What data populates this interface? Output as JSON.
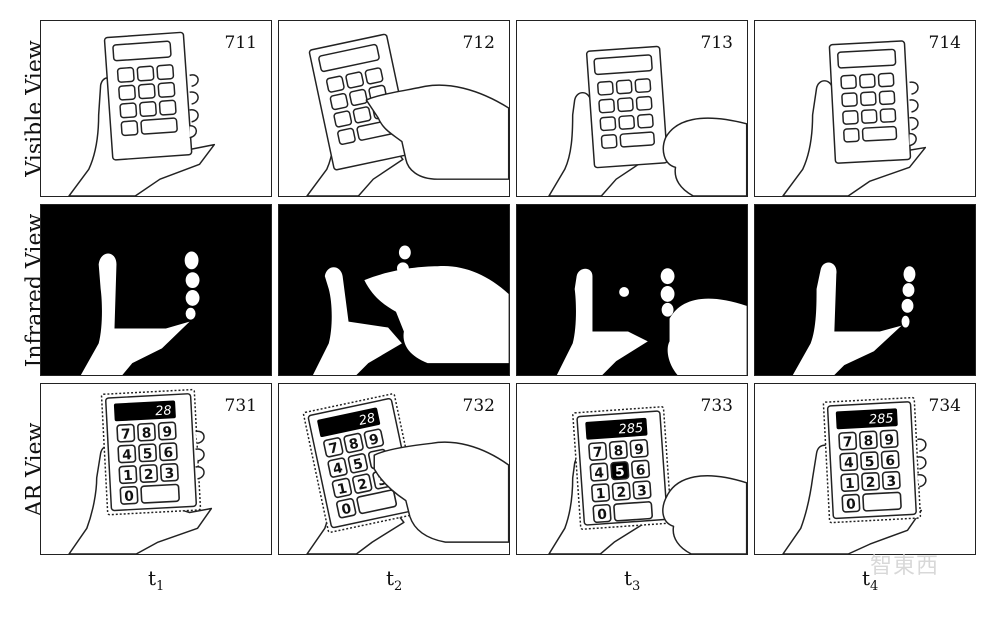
{
  "rows": [
    {
      "label": "Visible View"
    },
    {
      "label": "Infrared View"
    },
    {
      "label": "AR View"
    }
  ],
  "visible_panels": [
    "711",
    "712",
    "713",
    "714"
  ],
  "ar_panels": [
    "731",
    "732",
    "733",
    "734"
  ],
  "ar_displays": [
    "28",
    "28",
    "285",
    "285"
  ],
  "keypad": {
    "row1": [
      "7",
      "8",
      "9"
    ],
    "row2": [
      "4",
      "5",
      "6"
    ],
    "row3": [
      "1",
      "2",
      "3"
    ],
    "row4": [
      "0"
    ]
  },
  "time_labels": [
    {
      "t": "t",
      "sub": "1"
    },
    {
      "t": "t",
      "sub": "2"
    },
    {
      "t": "t",
      "sub": "3"
    },
    {
      "t": "t",
      "sub": "4"
    }
  ],
  "watermark": "智東西"
}
